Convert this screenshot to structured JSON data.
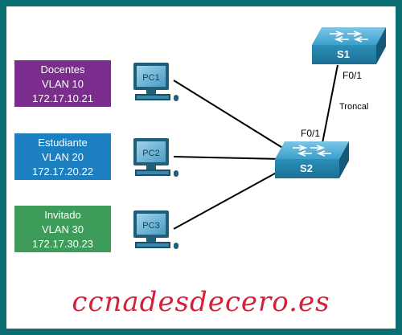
{
  "vlan_boxes": [
    {
      "name": "Docentes",
      "vlan": "VLAN 10",
      "ip": "172.17.10.21",
      "color": "#7b2d8e"
    },
    {
      "name": "Estudiante",
      "vlan": "VLAN 20",
      "ip": "172.17.20.22",
      "color": "#1c7fc0"
    },
    {
      "name": "Invitado",
      "vlan": "VLAN 30",
      "ip": "172.17.30.23",
      "color": "#3e9c5a"
    }
  ],
  "pcs": [
    {
      "label": "PC1"
    },
    {
      "label": "PC2"
    },
    {
      "label": "PC3"
    }
  ],
  "switches": [
    {
      "label": "S1"
    },
    {
      "label": "S2"
    }
  ],
  "link_labels": {
    "s1_port": "F0/1",
    "s2_port": "F0/1",
    "trunk": "Troncal"
  },
  "watermark": "ccnadesdecero.es",
  "colors": {
    "frame": "#0b6e73",
    "switch": "#2a8fb8",
    "monitor": "#1f5f7a"
  }
}
